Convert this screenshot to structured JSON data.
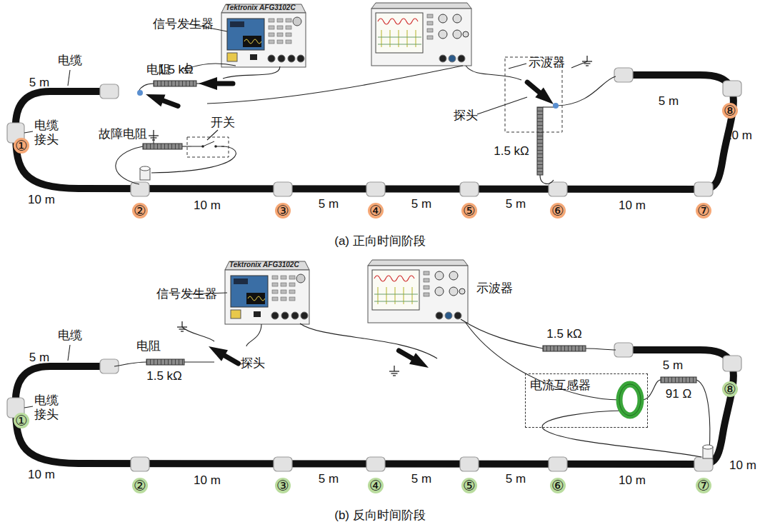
{
  "diagram": {
    "nodes": [
      {
        "text": [
          "Tektronix AFG3102C",
          "信号发生器"
        ]
      },
      {
        "text": [
          "示波器"
        ]
      },
      {
        "text": [
          "Tektronix AFG3102C",
          "信号发生器"
        ]
      },
      {
        "text": [
          "示波器"
        ]
      },
      {
        "text": [
          "电流互感器"
        ]
      }
    ],
    "labels": [
      "电阻",
      "1.5 kΩ",
      "电缆",
      "5 m",
      "电缆接头",
      "①",
      "故障电阻",
      "开关",
      "10 m",
      "②",
      "10 m",
      "③",
      "5 m",
      "④",
      "5 m",
      "⑤",
      "5 m",
      "⑥",
      "10 m",
      "⑦",
      "10 m",
      "⑧",
      "5 m",
      "探头",
      "1.5 kΩ",
      "(a) 正向时间阶段",
      "电阻",
      "1.5 kΩ",
      "探头",
      "电缆",
      "5 m",
      "电缆接头",
      "①",
      "10 m",
      "②",
      "10 m",
      "③",
      "5 m",
      "④",
      "5 m",
      "⑤",
      "5 m",
      "⑥",
      "10 m",
      "⑦",
      "1.5 kΩ",
      "5 m",
      "⑧",
      "10 m",
      "91 Ω",
      "(b) 反向时间阶段"
    ]
  }
}
